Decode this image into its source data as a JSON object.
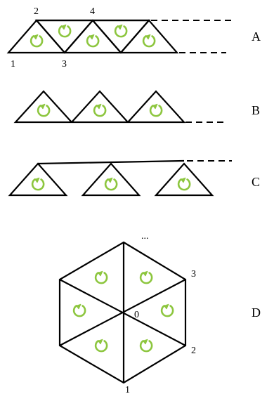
{
  "rows": [
    {
      "id": "A",
      "label": "A"
    },
    {
      "id": "B",
      "label": "B"
    },
    {
      "id": "C",
      "label": "C"
    },
    {
      "id": "D",
      "label": "D"
    }
  ],
  "vertex_labels_a": {
    "v1": "1",
    "v2": "2",
    "v3": "3",
    "v4": "4"
  },
  "vertex_labels_d": {
    "v0": "0",
    "v1": "1",
    "v2": "2",
    "v3": "3",
    "ellipsis": "..."
  },
  "colors": {
    "stroke": "#000000",
    "arrow": "#8dc63f"
  },
  "icons": {
    "rotation": "counterclockwise-arrow-icon"
  }
}
